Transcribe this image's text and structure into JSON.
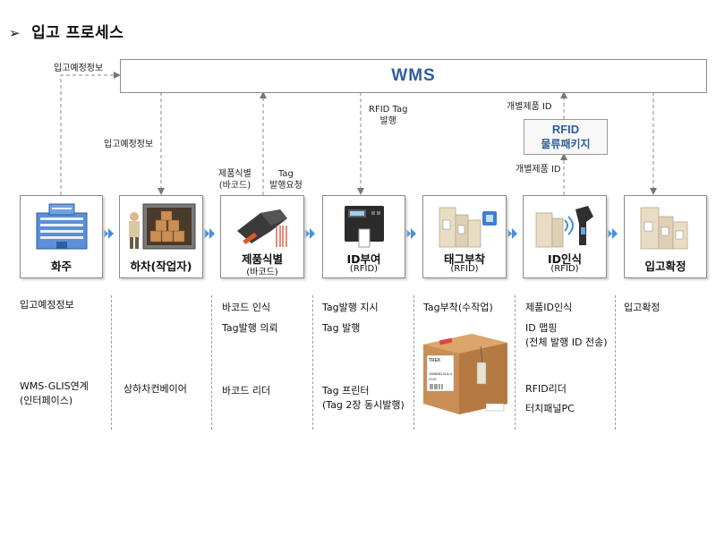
{
  "title": {
    "bullet": "➢",
    "text": "입고 프로세스"
  },
  "wms": {
    "label": "WMS"
  },
  "rfid_package": {
    "line1": "RFID",
    "line2": "물류패키지"
  },
  "labels": {
    "plan_top": "입고예정정보",
    "plan_mid": "입고예정정보",
    "product_id": {
      "line1": "제품식별",
      "line2": "(바코드)"
    },
    "tag_request": {
      "line1": "Tag",
      "line2": "발행요청"
    },
    "rfid_tag_issue": {
      "line1": "RFID Tag",
      "line2": "발행"
    },
    "item_id_top": "개별제품 ID",
    "item_id_bottom": "개별제품 ID"
  },
  "steps": [
    {
      "title": "화주",
      "subtitle": "",
      "icon": "building-icon"
    },
    {
      "title": "하차(작업자)",
      "subtitle": "",
      "icon": "truck-worker-icon"
    },
    {
      "title": "제품식별",
      "subtitle": "(바코드)",
      "icon": "barcode-scanner-icon"
    },
    {
      "title": "ID부여",
      "subtitle": "(RFID)",
      "icon": "printer-icon"
    },
    {
      "title": "태그부착",
      "subtitle": "(RFID)",
      "icon": "tagged-boxes-icon"
    },
    {
      "title": "ID인식",
      "subtitle": "(RFID)",
      "icon": "rfid-reader-icon"
    },
    {
      "title": "입고확정",
      "subtitle": "",
      "icon": "boxes-icon"
    }
  ],
  "columns": [
    {
      "lines": [
        {
          "text": "입고예정정보"
        },
        {
          "text": "WMS-GLIS연계"
        },
        {
          "text": "(인터페이스)"
        }
      ]
    },
    {
      "lines": [
        {
          "text": "상하차컨베이어"
        }
      ]
    },
    {
      "lines": [
        {
          "text": "바코드 인식"
        },
        {
          "text": "Tag발행 의뢰"
        },
        {
          "text": "바코드 리더"
        }
      ]
    },
    {
      "lines": [
        {
          "text": "Tag발행 지시"
        },
        {
          "text": "Tag 발행"
        },
        {
          "text": "Tag 프린터"
        },
        {
          "text": "(Tag 2장 동시발행)"
        }
      ]
    },
    {
      "lines": [
        {
          "text": "Tag부착(수작업)"
        }
      ]
    },
    {
      "lines": [
        {
          "text": "제품ID인식"
        },
        {
          "text": "ID 맵핑"
        },
        {
          "text": "(전체 발행 ID 전송)"
        },
        {
          "text": "RFID리더"
        },
        {
          "text": "터치패널PC"
        }
      ]
    },
    {
      "lines": [
        {
          "text": "입고확정"
        }
      ]
    }
  ],
  "colors": {
    "accent": "#2f5e9c",
    "arrow": "#4a90d9",
    "border": "#8a8a8a",
    "box_brown": "#c98f55"
  },
  "photo": {
    "box_label_1": "TREK",
    "box_label_2": "1906281214-4",
    "box_label_3": "2747"
  }
}
